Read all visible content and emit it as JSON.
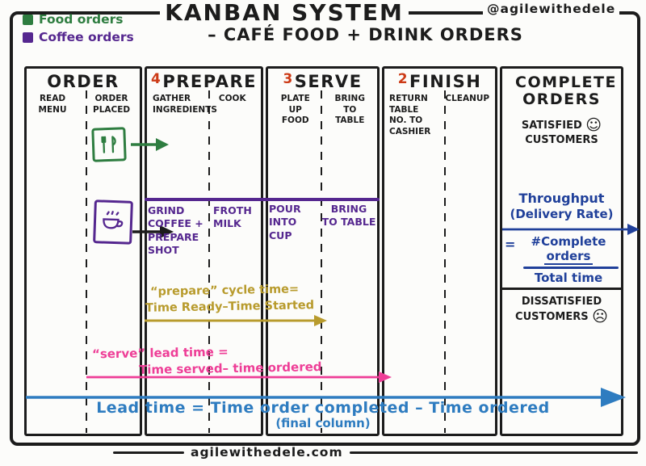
{
  "header": {
    "title": "KANBAN SYSTEM",
    "subtitle": "– CAFÉ FOOD + DRINK ORDERS",
    "handle": "@agilewithedele"
  },
  "legend": {
    "food_label": "Food orders",
    "coffee_label": "Coffee orders"
  },
  "colors": {
    "ink": "#1c1c1c",
    "food_green": "#2e7d40",
    "coffee_purple": "#55278f",
    "wip_red": "#cc3a16",
    "cycle_yellow": "#b89b2d",
    "serve_pink": "#ee3e97",
    "lead_blue": "#2e7cc0",
    "throughput_navy": "#20409a"
  },
  "board": {
    "columns": [
      {
        "name": "ORDER",
        "wip": "",
        "sub_left": "READ MENU",
        "sub_right": "ORDER PLACED"
      },
      {
        "name": "PREPARE",
        "wip": "4",
        "sub_left": "GATHER INGREDIENTS",
        "sub_right": "COOK"
      },
      {
        "name": "SERVE",
        "wip": "3",
        "sub_left": "PLATE UP FOOD",
        "sub_right": "BRING TO TABLE"
      },
      {
        "name": "FINISH",
        "wip": "2",
        "sub_left": "RETURN TABLE NO. TO CASHIER",
        "sub_right": "CLEANUP"
      },
      {
        "name": "COMPLETE ORDERS",
        "wip": "",
        "sub_left": "",
        "sub_right": ""
      }
    ]
  },
  "coffee_steps": [
    "GRIND COFFEE + PREPARE SHOT",
    "FROTH MILK",
    "POUR INTO CUP",
    "BRING TO TABLE"
  ],
  "annotations": {
    "prepare_cycle_line1": "“prepare” cycle time=",
    "prepare_cycle_line2": "Time Ready–Time Started",
    "serve_lead_line1": "“serve” lead time =",
    "serve_lead_line2": "Time served– time ordered",
    "lead_time_line1": "Lead time = Time order completed – Time ordered",
    "lead_time_line2": "(final column)"
  },
  "complete": {
    "satisfied_line1": "SATISFIED",
    "satisfied_line2": "CUSTOMERS",
    "smiley": "☺",
    "throughput_line1": "Throughput",
    "throughput_line2": "(Delivery Rate)",
    "equals": "=",
    "numerator_line1": "#Complete",
    "numerator_line2": "orders",
    "denominator": "Total time",
    "dissatisfied_line1": "DISSATISFIED",
    "dissatisfied_line2": "CUSTOMERS",
    "frown": "☹"
  },
  "footer": {
    "site": "agilewithedele.com"
  }
}
